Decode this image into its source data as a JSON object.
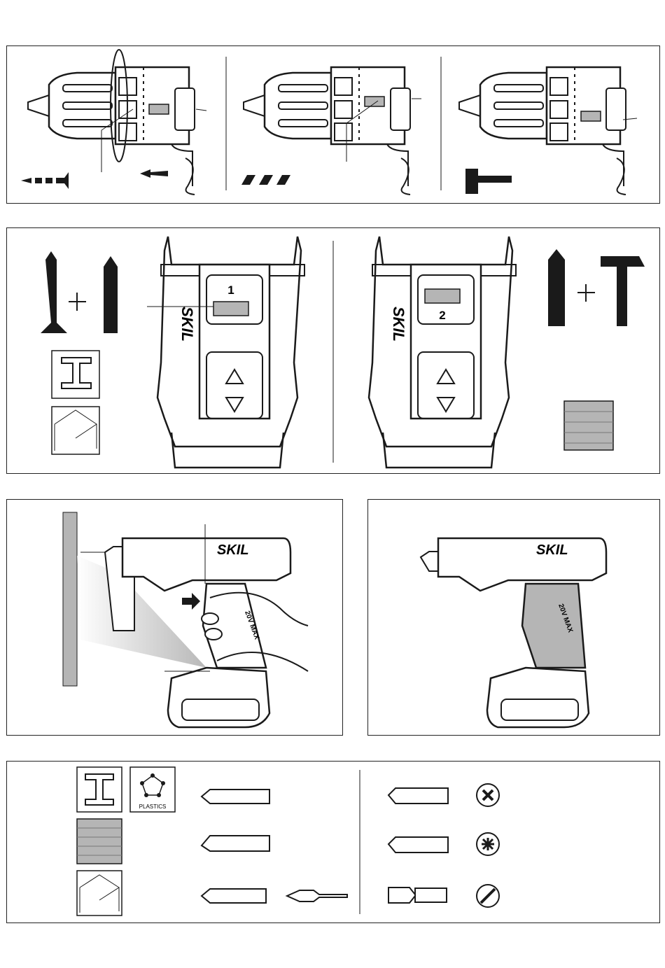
{
  "panels": {
    "mode_selection": {
      "modes": [
        "drill",
        "screwdrive",
        "hammer"
      ]
    },
    "gear_selection": {
      "gear1_label": "1",
      "gear2_label": "2",
      "brand_logo": "SKIL"
    },
    "holding": {
      "brand_logo": "SKIL",
      "battery_label": "20V MAX"
    },
    "bits": {
      "plastics_label": "PLASTICS",
      "materials": [
        "metal",
        "plastics",
        "masonry",
        "wood"
      ],
      "screw_heads": [
        "phillips",
        "pozidriv",
        "slotted"
      ]
    }
  },
  "colors": {
    "line": "#1a1a1a",
    "gray_fill": "#b5b5b5",
    "light_fill": "#d9d9d9"
  }
}
